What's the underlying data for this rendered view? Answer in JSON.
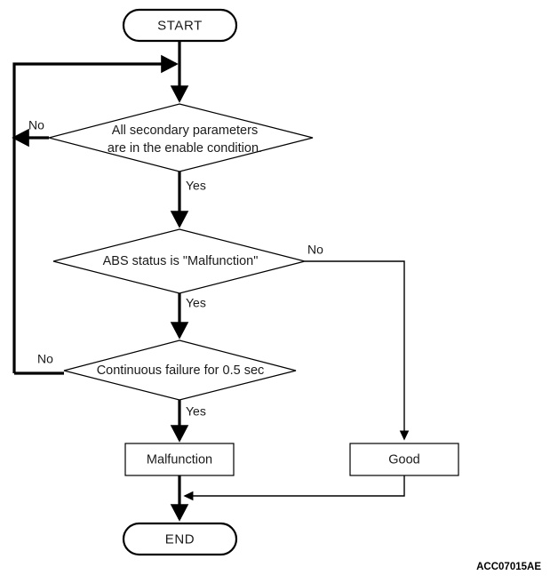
{
  "diagram": {
    "type": "flowchart",
    "title": "ABS malfunction detection logic flowchart",
    "nodes": {
      "start": {
        "label": "START",
        "shape": "terminator"
      },
      "decision_secondary_parameters": {
        "label_line1": "All secondary parameters",
        "label_line2": "are in the enable condition.",
        "shape": "decision"
      },
      "decision_abs_status": {
        "label": "ABS status is \"Malfunction\"",
        "shape": "decision"
      },
      "decision_continuous_failure": {
        "label": "Continuous failure for 0.5 sec",
        "shape": "decision"
      },
      "result_malfunction": {
        "label": "Malfunction",
        "shape": "process"
      },
      "result_good": {
        "label": "Good",
        "shape": "process"
      },
      "end": {
        "label": "END",
        "shape": "terminator"
      }
    },
    "edge_labels": {
      "secondary_no": "No",
      "secondary_yes": "Yes",
      "abs_no": "No",
      "abs_yes": "Yes",
      "continuous_no": "No",
      "continuous_yes": "Yes"
    },
    "colors": {
      "stroke": "#000000",
      "fill": "#ffffff",
      "text": "#1a1a1a"
    }
  },
  "watermark": {
    "code": "ACC07015AE"
  }
}
